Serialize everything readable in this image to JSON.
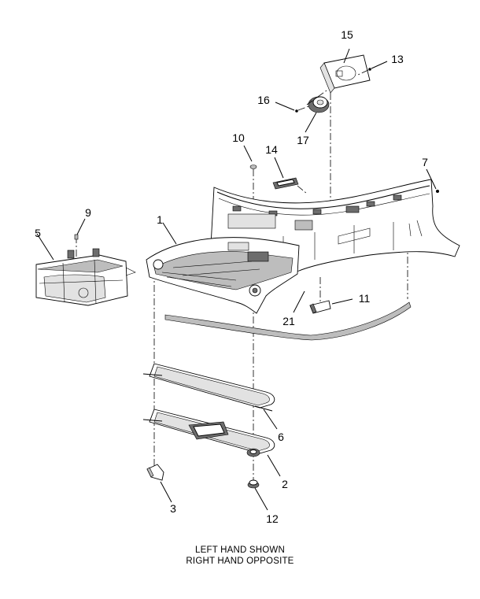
{
  "callouts": [
    {
      "id": "c1",
      "label": "1"
    },
    {
      "id": "c2",
      "label": "2"
    },
    {
      "id": "c3",
      "label": "3"
    },
    {
      "id": "c5",
      "label": "5"
    },
    {
      "id": "c6",
      "label": "6"
    },
    {
      "id": "c7",
      "label": "7"
    },
    {
      "id": "c9",
      "label": "9"
    },
    {
      "id": "c10",
      "label": "10"
    },
    {
      "id": "c11",
      "label": "11"
    },
    {
      "id": "c12",
      "label": "12"
    },
    {
      "id": "c13",
      "label": "13"
    },
    {
      "id": "c14",
      "label": "14"
    },
    {
      "id": "c15",
      "label": "15"
    },
    {
      "id": "c16",
      "label": "16"
    },
    {
      "id": "c17",
      "label": "17"
    },
    {
      "id": "c21",
      "label": "21"
    }
  ],
  "caption": {
    "line1": "LEFT HAND SHOWN",
    "line2": "RIGHT HAND OPPOSITE"
  }
}
